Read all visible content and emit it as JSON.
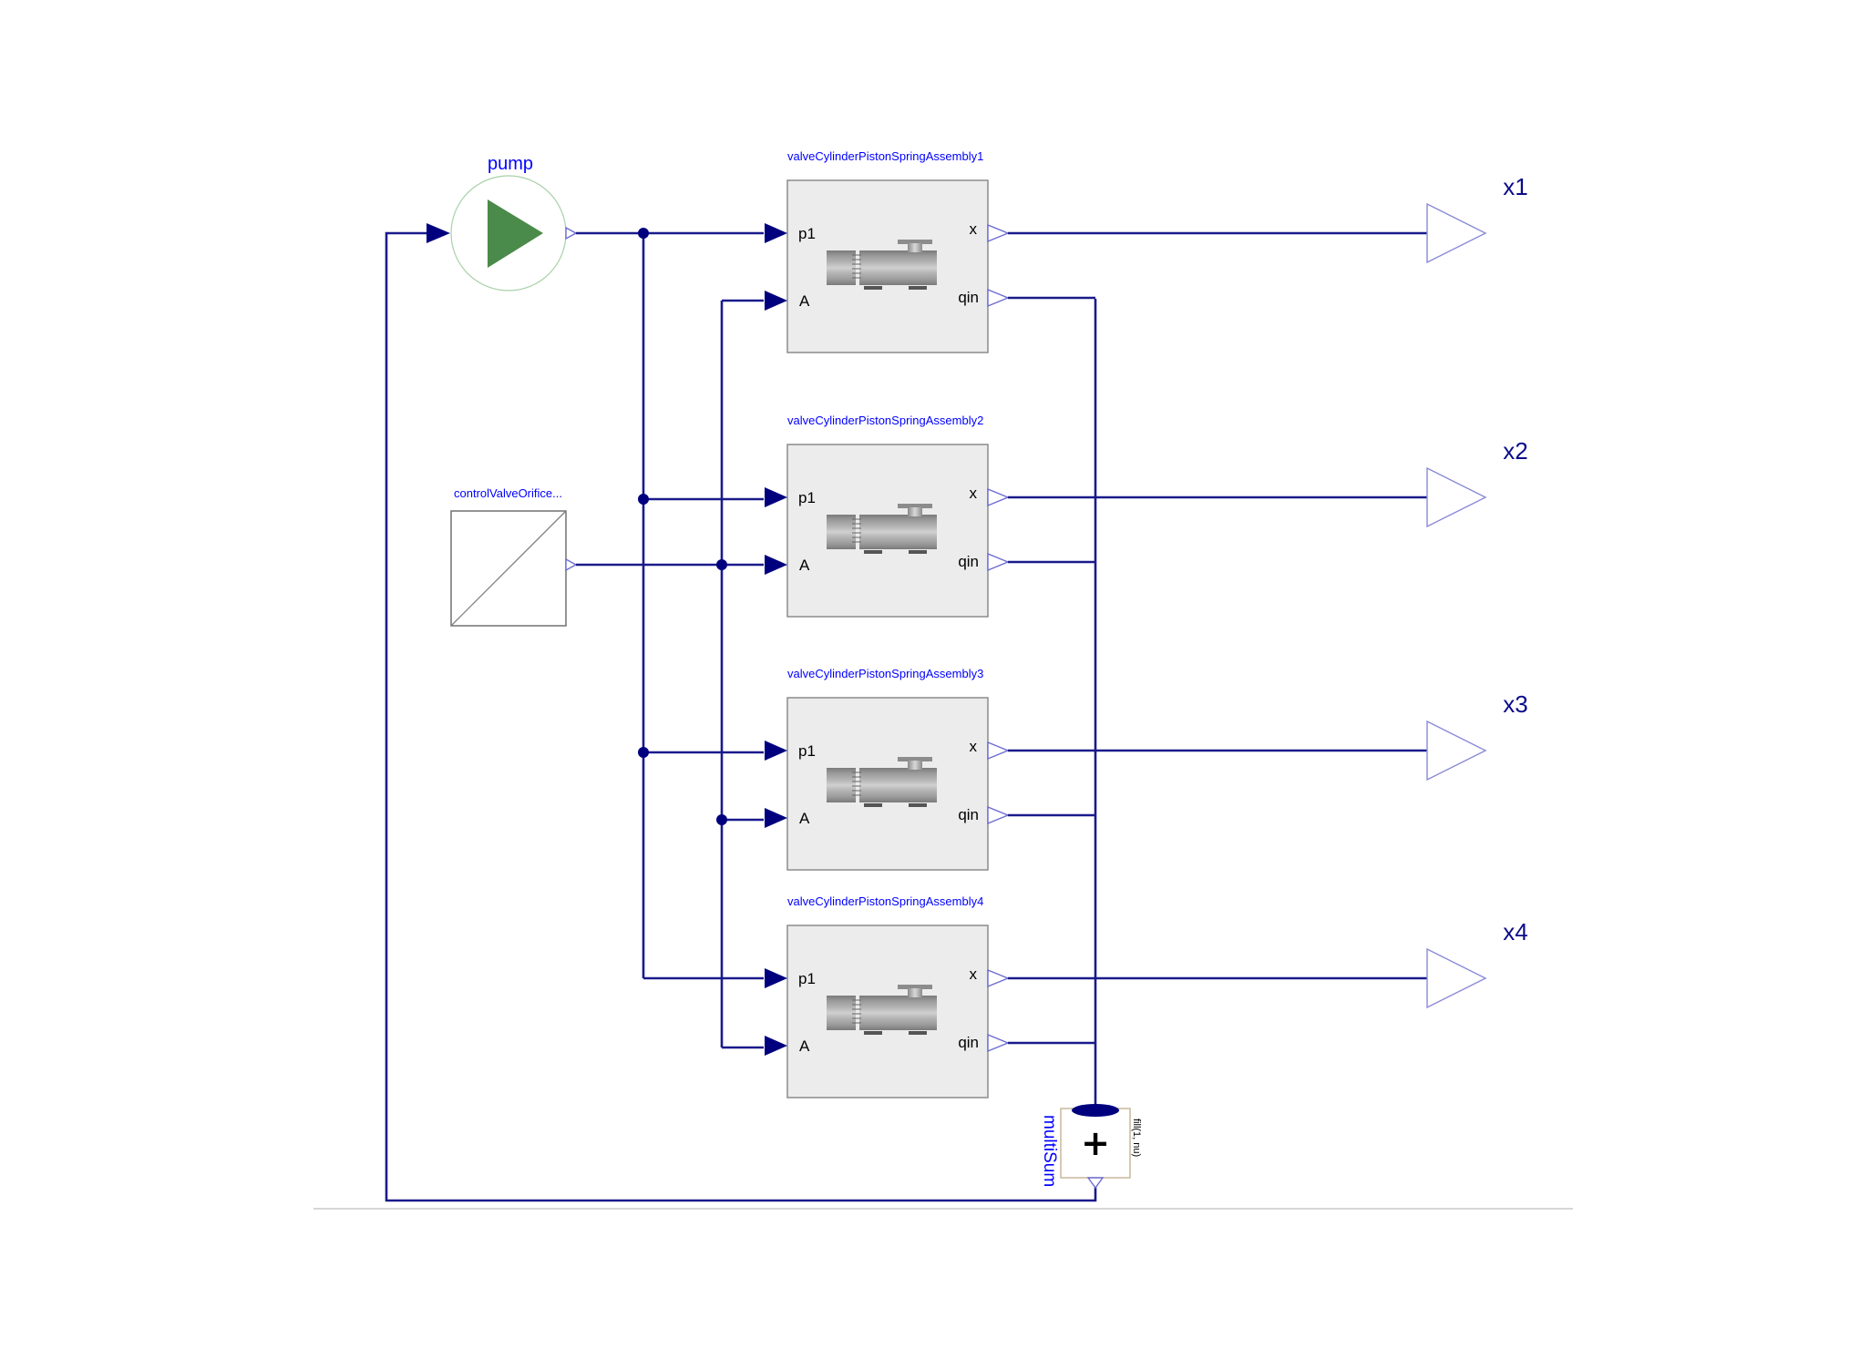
{
  "diagram": {
    "pump": {
      "label": "pump",
      "icon": "play-triangle-icon",
      "color": "#4a8a4a"
    },
    "control": {
      "label": "controlValveOrifice..."
    },
    "assemblies": [
      {
        "label": "valveCylinderPistonSpringAssembly1",
        "ports": {
          "in1": "p1",
          "in2": "A",
          "out1": "x",
          "out2": "qin"
        }
      },
      {
        "label": "valveCylinderPistonSpringAssembly2",
        "ports": {
          "in1": "p1",
          "in2": "A",
          "out1": "x",
          "out2": "qin"
        }
      },
      {
        "label": "valveCylinderPistonSpringAssembly3",
        "ports": {
          "in1": "p1",
          "in2": "A",
          "out1": "x",
          "out2": "qin"
        }
      },
      {
        "label": "valveCylinderPistonSpringAssembly4",
        "ports": {
          "in1": "p1",
          "in2": "A",
          "out1": "x",
          "out2": "qin"
        }
      }
    ],
    "outputs": [
      {
        "label": "x1"
      },
      {
        "label": "x2"
      },
      {
        "label": "x3"
      },
      {
        "label": "x4"
      }
    ],
    "multiSum": {
      "label": "multiSum",
      "symbol": "+",
      "param": "fill(1, nu)"
    },
    "colors": {
      "wire": "#1a1a8c",
      "component_label": "#0000ff",
      "output_label": "#0b0b8a",
      "pump_fill": "#4a8a4a"
    }
  }
}
